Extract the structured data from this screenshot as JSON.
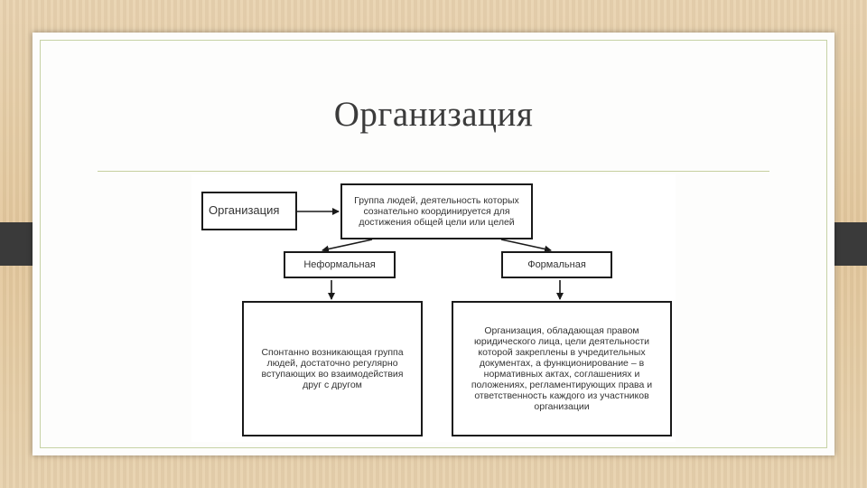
{
  "slide": {
    "title": "Организация"
  },
  "diagram": {
    "organization_label": "Организация",
    "definition_text": "Группа людей, деятельность которых сознательно координируется для достижения общей цели или целей",
    "informal_label": "Неформальная",
    "formal_label": "Формальная",
    "informal_description": "Спонтанно возникающая группа людей, достаточно регулярно вступающих во взаимодействия друг с другом",
    "formal_description": "Организация, обладающая правом юридического лица, цели деятельности которой закреплены в учредительных документах, а функционирование – в нормативных актах, соглашениях и положениях, регламентирующих права и ответственность каждого из участников организации"
  },
  "colors": {
    "slide_bg": "#fdfdfc",
    "accent_rule": "#c6cf9f",
    "box_border": "#1a1a1a",
    "text": "#333333"
  }
}
